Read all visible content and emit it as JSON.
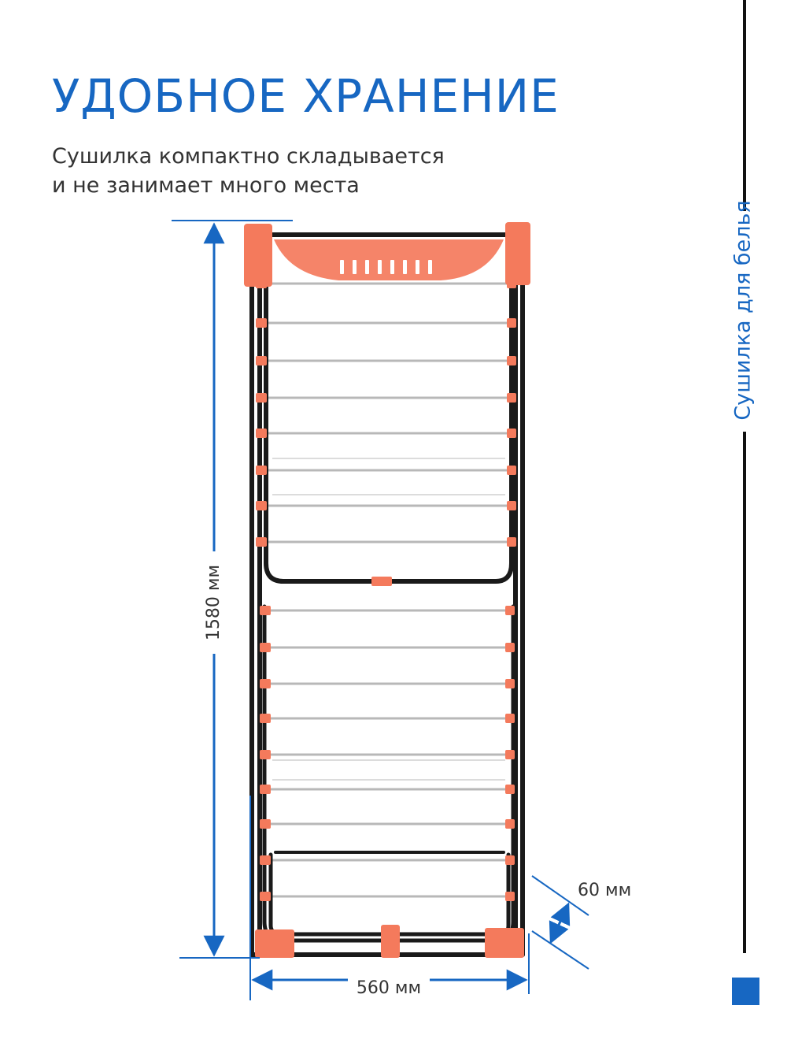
{
  "header": {
    "title": "УДОБНОЕ ХРАНЕНИЕ",
    "subtitle_lines": [
      "Сушилка компактно складывается",
      "и не занимает много места"
    ]
  },
  "side": {
    "label": "Сушилка для белья"
  },
  "dimensions": {
    "height": "1580 мм",
    "width": "560 мм",
    "depth": "60 мм"
  },
  "colors": {
    "accent": "#1767c2",
    "frame": "#1a1a1a",
    "plastic": "#f47a5c",
    "rod": "#b8b8b8"
  }
}
